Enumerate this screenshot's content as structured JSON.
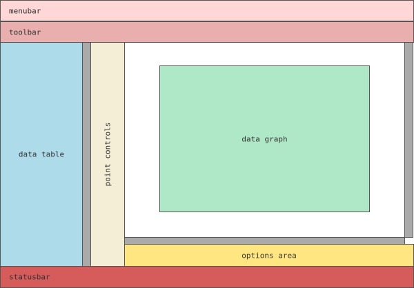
{
  "menubar": {
    "label": "menubar"
  },
  "toolbar": {
    "label": "toolbar"
  },
  "datatable": {
    "label": "data table"
  },
  "points": {
    "label": "point controls"
  },
  "graph": {
    "label": "data graph"
  },
  "options": {
    "label": "options area"
  },
  "statusbar": {
    "label": "statusbar"
  },
  "colors": {
    "menubar": "#ffd7d7",
    "toolbar": "#e9aeae",
    "datatable": "#aedbea",
    "points": "#f4eed7",
    "graph": "#afe8c6",
    "options": "#ffe680",
    "statusbar": "#d65c5c",
    "splitter": "#aaaaaa"
  }
}
